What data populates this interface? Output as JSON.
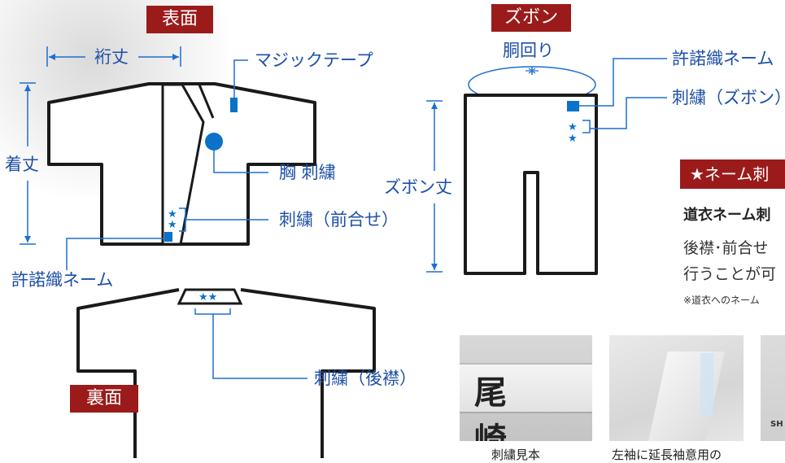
{
  "front": {
    "tag": "表面",
    "sleeve_length": "裄丈",
    "magic_tape": "マジックテープ",
    "garment_length": "着丈",
    "chest_embroidery": "胸 刺繍",
    "front_closure_embroidery": "刺繍（前合せ）",
    "license_name": "許諾織ネーム"
  },
  "back": {
    "tag": "裏面",
    "back_collar_embroidery": "刺繍（後襟）"
  },
  "pants": {
    "tag": "ズボン",
    "waist": "胴回り",
    "license_name": "許諾織ネーム",
    "pants_embroidery": "刺繍（ズボン）",
    "pants_length": "ズボン丈"
  },
  "name_section": {
    "header": "★ネーム刺",
    "title": "道衣ネーム刺",
    "line1": "後襟･前合せ",
    "line2": "行うことが可",
    "note": "※道衣へのネーム"
  },
  "photos": [
    {
      "caption": "刺繍見本",
      "name_text": "尾 崎"
    },
    {
      "caption": "左袖に延長袖意用の"
    },
    {
      "caption": "",
      "logo_text": "SH"
    }
  ],
  "colors": {
    "accent_red": "#9b1b1b",
    "line_blue": "#1d6fd0",
    "text_blue": "#1d4fa6",
    "mark_blue": "#0a72c9"
  }
}
